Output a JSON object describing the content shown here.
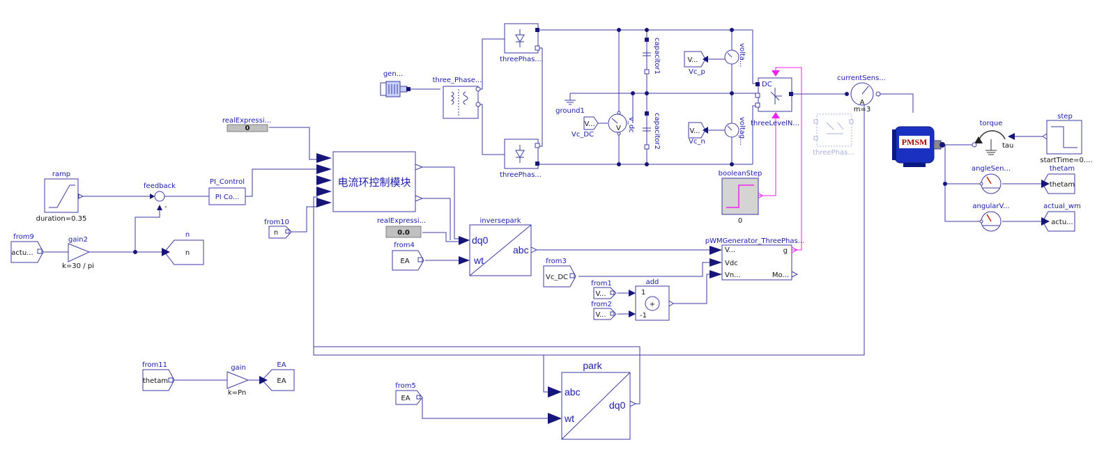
{
  "blocks": {
    "ramp": {
      "name": "ramp",
      "param": "duration=0.35"
    },
    "feedback": {
      "name": "feedback",
      "sign": "-"
    },
    "pi_control": {
      "name": "PI_Control",
      "label": "PI Co..."
    },
    "real_expr1": {
      "name": "realExpressi...",
      "value": "0"
    },
    "real_expr2": {
      "name": "realExpressi...",
      "value": "0.0"
    },
    "current_loop": {
      "label": "电流环控制模块"
    },
    "from9": {
      "name": "from9",
      "label": "actu..."
    },
    "gain2": {
      "name": "gain2",
      "param": "k=30 / pi"
    },
    "goto_n": {
      "name": "n",
      "label": "n"
    },
    "from10": {
      "name": "from10",
      "label": "n"
    },
    "from4": {
      "name": "from4",
      "label": "EA"
    },
    "inversepark": {
      "name": "inversepark",
      "in1": "dq0",
      "in2": "wt",
      "out": "abc"
    },
    "from3": {
      "name": "from3",
      "label": "Vc_DC"
    },
    "from1": {
      "name": "from1",
      "label": "V..."
    },
    "from2": {
      "name": "from2",
      "label": "V..."
    },
    "add": {
      "name": "add",
      "k1": "1",
      "k2": "-1",
      "sym": "+"
    },
    "pwm": {
      "name": "pWMGenerator_ThreePhas...",
      "in1": "V...",
      "in2": "Vdc",
      "in3": "Vn...",
      "out1": "g",
      "out2": "Mo..."
    },
    "from11": {
      "name": "from11",
      "label": "thetam"
    },
    "gain": {
      "name": "gain",
      "param": "k=Pn"
    },
    "goto_ea": {
      "name": "EA",
      "label": "EA"
    },
    "from5": {
      "name": "from5",
      "label": "EA"
    },
    "park": {
      "name": "park",
      "in1": "abc",
      "in2": "wt",
      "out": "dq0"
    },
    "generator": {
      "name": "gen..."
    },
    "transformer": {
      "name": "three_Phase..."
    },
    "rectifier_top": {
      "name": "threePhas..."
    },
    "rectifier_bot": {
      "name": "threePhas..."
    },
    "ground": {
      "name": "ground1"
    },
    "vdc_sensor": {
      "name": "V...",
      "goto": "Vc_DC",
      "meter": "V",
      "tag": "v_dc"
    },
    "capacitor1": {
      "name": "capacitor1"
    },
    "capacitor2": {
      "name": "capacitor2"
    },
    "volt_top": {
      "name": "V...",
      "goto": "Vc_p",
      "tag": "volta..."
    },
    "volt_bot": {
      "name": "V...",
      "goto": "Vc_n",
      "tag": "voltag..."
    },
    "three_level": {
      "name": "threeLevelN...",
      "dc": "DC"
    },
    "three_phase_ghost": {
      "name": "threePhas..."
    },
    "boolean_step": {
      "name": "booleanStep",
      "value": "0"
    },
    "current_sensor": {
      "name": "currentSens...",
      "meter": "A",
      "param": "m=3"
    },
    "pmsm": {
      "label": "PMSM"
    },
    "torque": {
      "name": "torque",
      "port": "tau"
    },
    "step": {
      "name": "step",
      "param": "startTime=0...."
    },
    "angle_sensor": {
      "name": "angleSen..."
    },
    "goto_thetam": {
      "name": "thetam",
      "label": "thetam"
    },
    "angular_sensor": {
      "name": "angularV..."
    },
    "goto_wm": {
      "name": "actual_wm",
      "label": "actu..."
    }
  },
  "colors": {
    "wire": "#3a3aa0",
    "boolean_wire": "#ee22ee",
    "port": "#16167a",
    "pmsm_body": "#1a30c0",
    "pmsm_text": "#aa0000"
  }
}
